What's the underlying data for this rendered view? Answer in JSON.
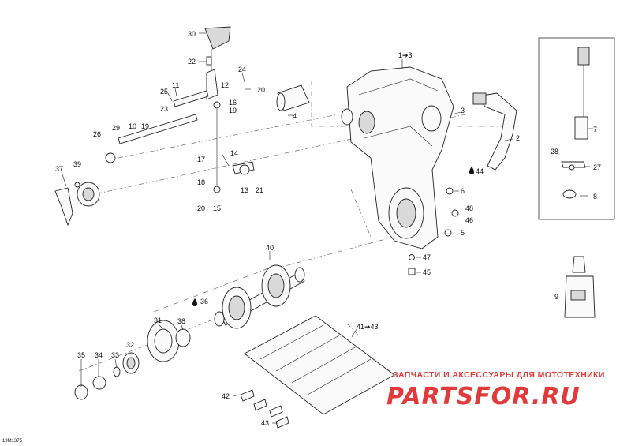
{
  "diagram": {
    "reference_code": "19M1375",
    "watermark": {
      "tagline": "ЗАПЧАСТИ И АКСЕССУАРЫ ДЛЯ МОТОТЕХНИКИ",
      "brand": "PARTSFOR.RU"
    },
    "callouts": [
      {
        "id": "c30",
        "label": "30"
      },
      {
        "id": "c22",
        "label": "22"
      },
      {
        "id": "c24",
        "label": "24"
      },
      {
        "id": "c12",
        "label": "12"
      },
      {
        "id": "c11",
        "label": "11"
      },
      {
        "id": "c25",
        "label": "25"
      },
      {
        "id": "c20a",
        "label": "20"
      },
      {
        "id": "c16",
        "label": "16"
      },
      {
        "id": "c19a",
        "label": "19"
      },
      {
        "id": "c23",
        "label": "23"
      },
      {
        "id": "c19b",
        "label": "19"
      },
      {
        "id": "c10",
        "label": "10"
      },
      {
        "id": "c29",
        "label": "29"
      },
      {
        "id": "c26",
        "label": "26"
      },
      {
        "id": "c4",
        "label": "4"
      },
      {
        "id": "c1to3",
        "label": "1➔3"
      },
      {
        "id": "c3",
        "label": "3"
      },
      {
        "id": "c2",
        "label": "2"
      },
      {
        "id": "c44",
        "label": "44"
      },
      {
        "id": "c7",
        "label": "7"
      },
      {
        "id": "c28",
        "label": "28"
      },
      {
        "id": "c27",
        "label": "27"
      },
      {
        "id": "c8",
        "label": "8"
      },
      {
        "id": "c17",
        "label": "17"
      },
      {
        "id": "c14",
        "label": "14"
      },
      {
        "id": "c37",
        "label": "37"
      },
      {
        "id": "c39",
        "label": "39"
      },
      {
        "id": "c18",
        "label": "18"
      },
      {
        "id": "c13",
        "label": "13"
      },
      {
        "id": "c21",
        "label": "21"
      },
      {
        "id": "c20b",
        "label": "20"
      },
      {
        "id": "c15",
        "label": "15"
      },
      {
        "id": "c6",
        "label": "6"
      },
      {
        "id": "c48",
        "label": "48"
      },
      {
        "id": "c46",
        "label": "46"
      },
      {
        "id": "c5",
        "label": "5"
      },
      {
        "id": "c40",
        "label": "40"
      },
      {
        "id": "c47",
        "label": "47"
      },
      {
        "id": "c45",
        "label": "45"
      },
      {
        "id": "c36",
        "label": "36"
      },
      {
        "id": "c9",
        "label": "9"
      },
      {
        "id": "c31",
        "label": "31"
      },
      {
        "id": "c38",
        "label": "38"
      },
      {
        "id": "c41to43",
        "label": "41➔43"
      },
      {
        "id": "c35",
        "label": "35"
      },
      {
        "id": "c34",
        "label": "34"
      },
      {
        "id": "c33",
        "label": "33"
      },
      {
        "id": "c32",
        "label": "32"
      },
      {
        "id": "c42",
        "label": "42"
      },
      {
        "id": "c43",
        "label": "43"
      }
    ]
  }
}
